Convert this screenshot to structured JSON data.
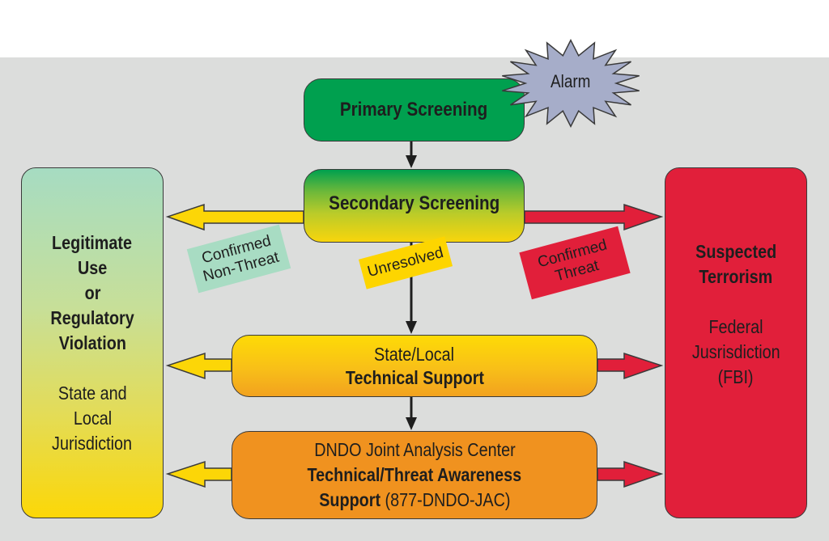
{
  "diagram": {
    "type": "flowchart",
    "colors": {
      "background": "#dcdddc",
      "primary_green": "#00a04f",
      "alarm_fill": "#a6adc9",
      "non_threat_arrow": "#fcd607",
      "threat_arrow": "#e11f3a",
      "legitimate_box_top": "#a6dcc2",
      "legitimate_box_bottom": "#fcd707",
      "terrorism_box": "#e11f3a",
      "state_local_box": "#f8bf18",
      "dndo_box": "#f0921f",
      "non_threat_label": "#a8dcc3",
      "unresolved_label": "#fdd500",
      "threat_label": "#e11f3a"
    },
    "alarm": {
      "label": "Alarm"
    },
    "nodes": {
      "primary": {
        "title": "Primary Screening"
      },
      "secondary": {
        "title": "Secondary Screening"
      },
      "state_local": {
        "line1": "State/Local",
        "line2": "Technical Support"
      },
      "dndo": {
        "line1": "DNDO Joint Analysis Center",
        "line2": "Technical/Threat Awareness",
        "line3_bold": "Support",
        "line3_regular": " (877-DNDO-JAC)"
      },
      "legitimate": {
        "title_lines": [
          "Legitimate",
          "Use",
          "or",
          "Regulatory",
          "Violation"
        ],
        "sub_lines": [
          "State and",
          "Local",
          "Jurisdiction"
        ]
      },
      "terrorism": {
        "title_lines": [
          "Suspected",
          "Terrorism"
        ],
        "sub_lines": [
          "Federal",
          "Jusrisdiction",
          "(FBI)"
        ]
      }
    },
    "edge_labels": {
      "non_threat": [
        "Confirmed",
        "Non-Threat"
      ],
      "unresolved": "Unresolved",
      "threat": [
        "Confirmed",
        "Threat"
      ]
    },
    "edges": [
      {
        "from": "Primary Screening",
        "to": "Secondary Screening",
        "style": "black"
      },
      {
        "from": "Secondary Screening",
        "to": "Legitimate Use or Regulatory Violation",
        "label": "Confirmed Non-Threat",
        "style": "yellow"
      },
      {
        "from": "Secondary Screening",
        "to": "Suspected Terrorism",
        "label": "Confirmed Threat",
        "style": "red"
      },
      {
        "from": "Secondary Screening",
        "to": "State/Local Technical Support",
        "label": "Unresolved",
        "style": "black"
      },
      {
        "from": "State/Local Technical Support",
        "to": "Legitimate Use or Regulatory Violation",
        "style": "yellow"
      },
      {
        "from": "State/Local Technical Support",
        "to": "Suspected Terrorism",
        "style": "red"
      },
      {
        "from": "State/Local Technical Support",
        "to": "DNDO Joint Analysis Center",
        "style": "black"
      },
      {
        "from": "DNDO Joint Analysis Center",
        "to": "Legitimate Use or Regulatory Violation",
        "style": "yellow"
      },
      {
        "from": "DNDO Joint Analysis Center",
        "to": "Suspected Terrorism",
        "style": "red"
      }
    ]
  }
}
